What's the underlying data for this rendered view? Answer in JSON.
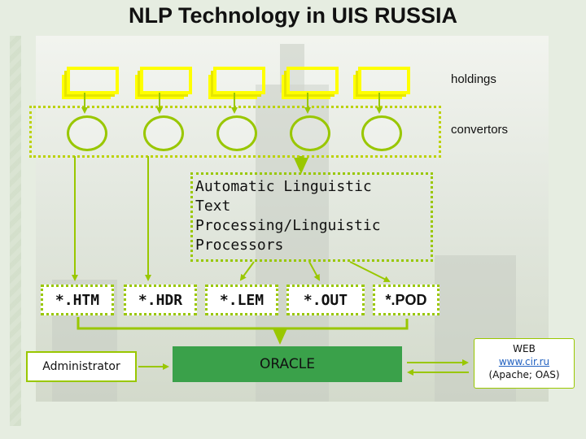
{
  "title": "NLP Technology in UIS RUSSIA",
  "labels": {
    "holdings": "holdings",
    "convertors": "convertors"
  },
  "processor": {
    "line1": "Automatic Linguistic",
    "line2": "Text",
    "line3": "Processing/Linguistic",
    "line4": "Processors"
  },
  "files": [
    "*.HTM",
    "*.HDR",
    "*.LEM",
    "*.OUT",
    "*.POD"
  ],
  "administrator": "Administrator",
  "oracle": "ORACLE",
  "web": {
    "line1": "WEB",
    "url": "www.cir.ru",
    "line3": "(Apache; OAS)"
  },
  "colors": {
    "holding_border": "#ffff00",
    "frame": "#99c700",
    "oracle_fill": "#3aa14a",
    "arrow": "#99c700"
  }
}
